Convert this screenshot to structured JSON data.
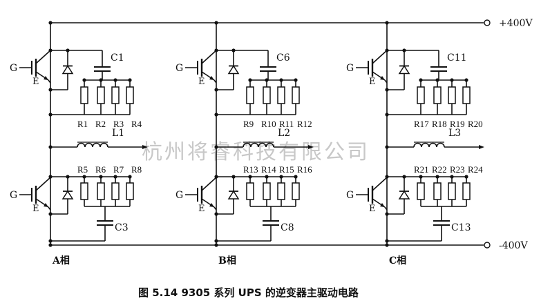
{
  "rails": {
    "positive": "+400V",
    "negative": "-400V"
  },
  "watermark": "杭州将睿科技有限公司",
  "caption": "图 5.14   9305 系列 UPS 的逆变器主驱动电路",
  "phases": [
    {
      "name": "A相",
      "gate_label": "G",
      "emitter_label": "E",
      "upper_cap": "C1",
      "lower_cap": "C3",
      "inductor": "L1",
      "upper_resistors": [
        "R1",
        "R2",
        "R3",
        "R4"
      ],
      "lower_resistors": [
        "R5",
        "R6",
        "R7",
        "R8"
      ]
    },
    {
      "name": "B相",
      "gate_label": "G",
      "emitter_label": "E",
      "upper_cap": "C6",
      "lower_cap": "C8",
      "inductor": "L2",
      "upper_resistors": [
        "R9",
        "R10",
        "R11",
        "R12"
      ],
      "lower_resistors": [
        "R13",
        "R14",
        "R15",
        "R16"
      ]
    },
    {
      "name": "C相",
      "gate_label": "G",
      "emitter_label": "E",
      "upper_cap": "C11",
      "lower_cap": "C13",
      "inductor": "L3",
      "upper_resistors": [
        "R17",
        "R18",
        "R19",
        "R20"
      ],
      "lower_resistors": [
        "R21",
        "R22",
        "R23",
        "R24"
      ]
    }
  ]
}
